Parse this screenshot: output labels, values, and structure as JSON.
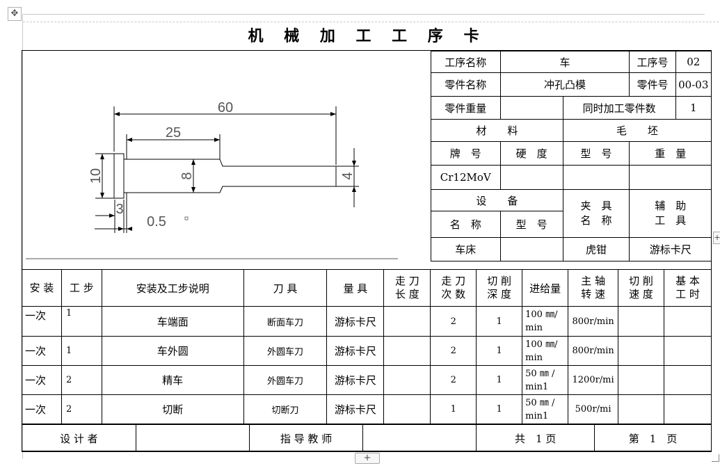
{
  "title": "机 械 加 工 工 序 卡",
  "drawing": {
    "dims": {
      "total_length": "60",
      "body_length": "25",
      "head_diameter": "10",
      "body_diameter": "8",
      "tip_diameter": "4",
      "head_thickness": "3",
      "offset": "0.5"
    }
  },
  "header_info": {
    "process_name_label": "工序名称",
    "process_name": "车",
    "process_no_label": "工序号",
    "process_no": "02",
    "part_name_label": "零件名称",
    "part_name": "冲孔凸模",
    "part_no_label": "零件号",
    "part_no": "00-03",
    "part_weight_label": "零件重量",
    "part_weight": "",
    "simul_label": "同时加工零件数",
    "simul_count": "1",
    "material_label": "材　　料",
    "blank_label": "毛　　坯",
    "grade_label": "牌　号",
    "hardness_label": "硬　度",
    "type_label": "型　号",
    "weight_label": "重　量",
    "grade": "Cr12MoV",
    "equipment_label": "设　　备",
    "fixture_label": "夹　具\n名　称",
    "aux_tool_label": "辅　助\n工　具",
    "eq_name_label": "名　称",
    "eq_type_label": "型　号",
    "equipment": "车床",
    "fixture": "虎钳",
    "aux_tool": "游标卡尺"
  },
  "steps_table": {
    "headers": [
      "安 装",
      "工 步",
      "安装及工步说明",
      "刀 具",
      "量 具",
      "走 刀\n长 度",
      "走 刀\n次 数",
      "切 削\n深 度",
      "进给量",
      "主 轴\n转 速",
      "切 削\n速 度",
      "基 本\n工 时"
    ],
    "rows": [
      {
        "setup": "一次",
        "step": "1",
        "desc": "车端面",
        "tool": "断面车刀",
        "gauge": "游标卡尺",
        "length": "",
        "passes": "2",
        "depth": "1",
        "feed": "100 ㎜/\nmin",
        "speed": "800r/min",
        "cut_speed": "",
        "time": ""
      },
      {
        "setup": "一次",
        "step": "1",
        "desc": "车外圆",
        "tool": "外圆车刀",
        "gauge": "游标卡尺",
        "length": "",
        "passes": "2",
        "depth": "1",
        "feed": "100 ㎜/\nmin",
        "speed": "800r/min",
        "cut_speed": "",
        "time": ""
      },
      {
        "setup": "一次",
        "step": "2",
        "desc": "精车",
        "tool": "外圆车刀",
        "gauge": "游标卡尺",
        "length": "",
        "passes": "2",
        "depth": "1",
        "feed": "50 ㎜ /\nmin1",
        "speed": "1200r/mi",
        "cut_speed": "",
        "time": ""
      },
      {
        "setup": "一次",
        "step": "2",
        "desc": "切断",
        "tool": "切断刀",
        "gauge": "游标卡尺",
        "length": "",
        "passes": "1",
        "depth": "1",
        "feed": "50 ㎜ /\nmin1",
        "speed": "500r/mi",
        "cut_speed": "",
        "time": ""
      }
    ]
  },
  "footer": {
    "designer_label": "设 计 者",
    "designer": "",
    "advisor_label": "指 导 教 师",
    "advisor": "",
    "total_pages": "共　1 页",
    "page_no": "第　1　页"
  },
  "controls": {
    "move_icon": "move-icon",
    "add_row_icon": "plus-icon",
    "add_col_icon": "plus-icon"
  }
}
